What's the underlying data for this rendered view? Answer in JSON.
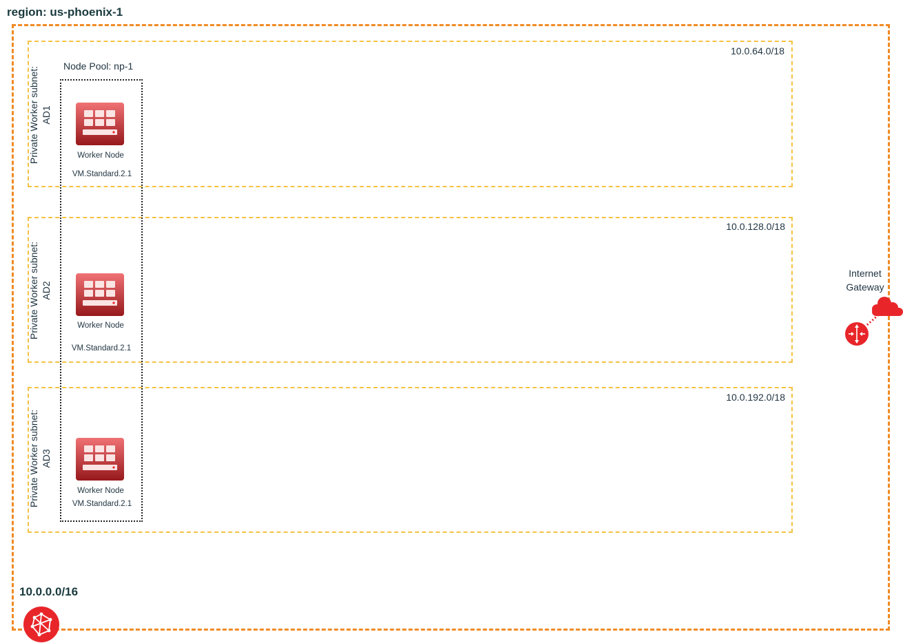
{
  "region": {
    "title": "region: us-phoenix-1"
  },
  "vcn": {
    "cidr": "10.0.0.0/16",
    "icon": "vcn-icon"
  },
  "node_pool": {
    "title": "Node Pool: np-1"
  },
  "subnets": [
    {
      "label_line1": "Private Worker subnet:",
      "label_line2": "AD1",
      "cidr": "10.0.64.0/18",
      "node": {
        "label": "Worker Node",
        "shape": "VM.Standard.2.1",
        "icon": "compute-instance-icon"
      }
    },
    {
      "label_line1": "Private Worker subnet:",
      "label_line2": "AD2",
      "cidr": "10.0.128.0/18",
      "node": {
        "label": "Worker Node",
        "shape": "VM.Standard.2.1",
        "icon": "compute-instance-icon"
      }
    },
    {
      "label_line1": "Private Worker subnet:",
      "label_line2": "AD3",
      "cidr": "10.0.192.0/18",
      "node": {
        "label": "Worker Node",
        "shape": "VM.Standard.2.1",
        "icon": "compute-instance-icon"
      }
    }
  ],
  "internet_gateway": {
    "label_line1": "Internet",
    "label_line2": "Gateway",
    "icon": "internet-gateway-icon"
  },
  "colors": {
    "region_border": "#f08a24",
    "subnet_border": "#f5c242",
    "icon_red": "#e8262a"
  }
}
